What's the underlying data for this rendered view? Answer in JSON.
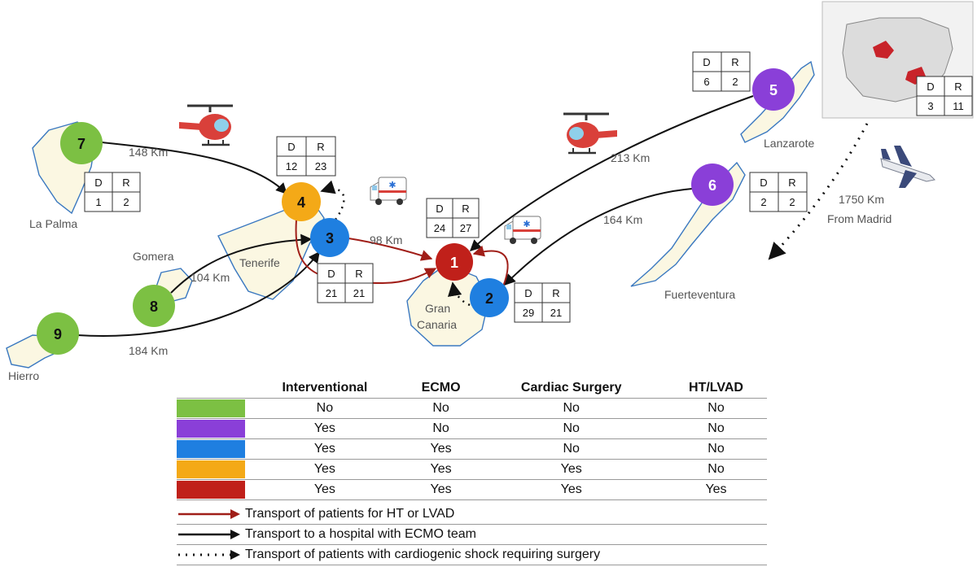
{
  "islands": {
    "la_palma": "La Palma",
    "gomera": "Gomera",
    "tenerife": "Tenerife",
    "hierro": "Hierro",
    "gran_canaria_1": "Gran",
    "gran_canaria_2": "Canaria",
    "lanzarote": "Lanzarote",
    "fuerteventura": "Fuerteventura"
  },
  "distances": {
    "d7_4": "148 Km",
    "d8_3": "104 Km",
    "d9_3": "184 Km",
    "d3_1": "98 Km",
    "d5_1": "213 Km",
    "d6_2": "164 Km",
    "madrid_1": "1750 Km",
    "madrid_2": "From Madrid"
  },
  "nodes": [
    {
      "id": "1",
      "color": "#c0201a"
    },
    {
      "id": "2",
      "color": "#1f7fe0"
    },
    {
      "id": "3",
      "color": "#1f7fe0"
    },
    {
      "id": "4",
      "color": "#f4a917"
    },
    {
      "id": "5",
      "color": "#8a3fd8"
    },
    {
      "id": "6",
      "color": "#8a3fd8"
    },
    {
      "id": "7",
      "color": "#7cc043"
    },
    {
      "id": "8",
      "color": "#7cc043"
    },
    {
      "id": "9",
      "color": "#7cc043"
    }
  ],
  "dr_tables": {
    "header_d": "D",
    "header_r": "R",
    "n1": {
      "d": "24",
      "r": "27"
    },
    "n2": {
      "d": "29",
      "r": "21"
    },
    "n3": {
      "d": "21",
      "r": "21"
    },
    "n4": {
      "d": "12",
      "r": "23"
    },
    "n5": {
      "d": "6",
      "r": "2"
    },
    "n6": {
      "d": "2",
      "r": "2"
    },
    "n7": {
      "d": "1",
      "r": "2"
    },
    "madrid": {
      "d": "3",
      "r": "11"
    }
  },
  "icons": [
    "helicopter-icon",
    "ambulance-icon",
    "airplane-icon",
    "spain-map-inset"
  ],
  "legend": {
    "headers": [
      "Interventional",
      "ECMO",
      "Cardiac Surgery",
      "HT/LVAD"
    ],
    "rows": [
      {
        "color": "#7cc043",
        "values": [
          "No",
          "No",
          "No",
          "No"
        ]
      },
      {
        "color": "#8a3fd8",
        "values": [
          "Yes",
          "No",
          "No",
          "No"
        ]
      },
      {
        "color": "#1f7fe0",
        "values": [
          "Yes",
          "Yes",
          "No",
          "No"
        ]
      },
      {
        "color": "#f4a917",
        "values": [
          "Yes",
          "Yes",
          "Yes",
          "No"
        ]
      },
      {
        "color": "#c0201a",
        "values": [
          "Yes",
          "Yes",
          "Yes",
          "Yes"
        ]
      }
    ],
    "line_types": [
      {
        "style": "red-arrow",
        "label": "Transport of patients for HT or LVAD"
      },
      {
        "style": "black-arrow",
        "label": "Transport to a hospital with ECMO team"
      },
      {
        "style": "dotted-arrow",
        "label": "Transport of patients with cardiogenic shock requiring surgery"
      }
    ]
  }
}
